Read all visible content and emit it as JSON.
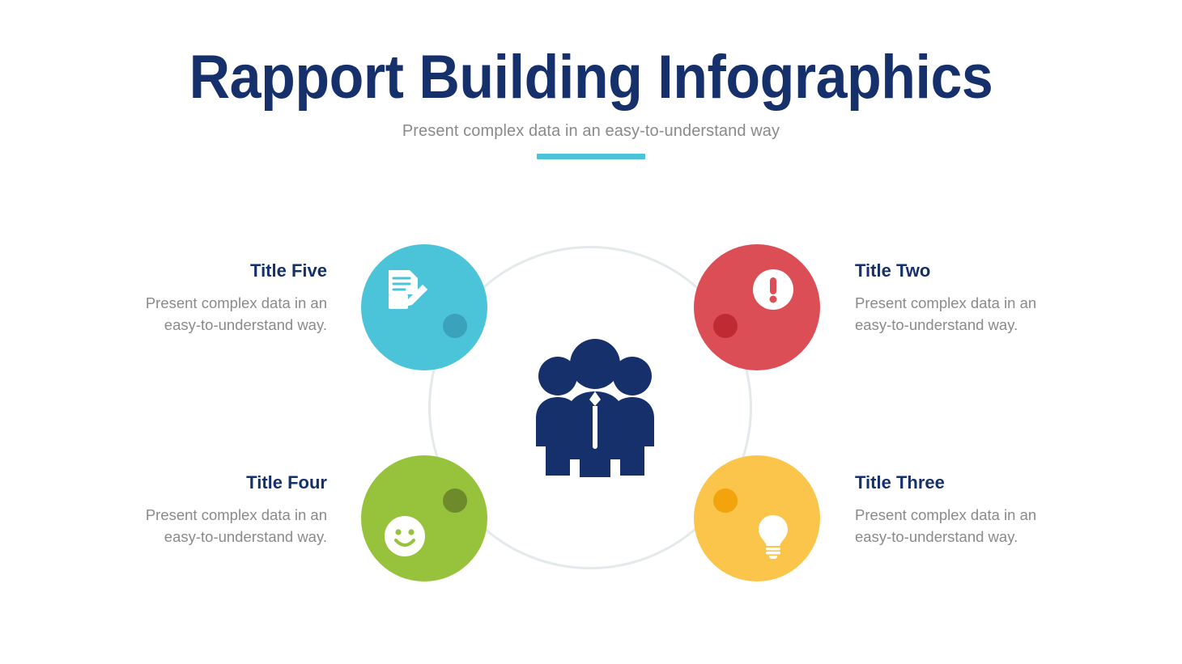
{
  "header": {
    "title": "Rapport Building Infographics",
    "subtitle": "Present complex data in an easy-to-understand way"
  },
  "colors": {
    "navy": "#16306B",
    "gray_text": "#8a8a8a",
    "divider_teal": "#4BC3D8",
    "ring": "#e4e9ec",
    "cyan": "#4BC3D8",
    "cyan_dot": "#3BA2BB",
    "red": "#DC4E55",
    "red_dot": "#C02B33",
    "green": "#96C23C",
    "green_dot": "#6E8B2C",
    "yellow": "#FBC54C",
    "yellow_dot": "#F3A40C"
  },
  "center": {
    "icon": "people-group-icon"
  },
  "nodes": [
    {
      "id": "five",
      "title": "Title Five",
      "body": "Present complex data in an easy-to-understand way.",
      "icon": "document-edit-icon",
      "color": "#4BC3D8",
      "dot_color": "#3BA2BB",
      "position": "top-left",
      "align": "right"
    },
    {
      "id": "two",
      "title": "Title Two",
      "body": "Present complex data in an easy-to-understand way.",
      "icon": "exclamation-circle-icon",
      "color": "#DC4E55",
      "dot_color": "#C02B33",
      "position": "top-right",
      "align": "left"
    },
    {
      "id": "four",
      "title": "Title Four",
      "body": "Present complex data in an easy-to-understand way.",
      "icon": "smiley-face-icon",
      "color": "#96C23C",
      "dot_color": "#6E8B2C",
      "position": "bottom-left",
      "align": "right"
    },
    {
      "id": "three",
      "title": "Title Three",
      "body": "Present complex data in an easy-to-understand way.",
      "icon": "lightbulb-icon",
      "color": "#FBC54C",
      "dot_color": "#F3A40C",
      "position": "bottom-right",
      "align": "left"
    }
  ]
}
